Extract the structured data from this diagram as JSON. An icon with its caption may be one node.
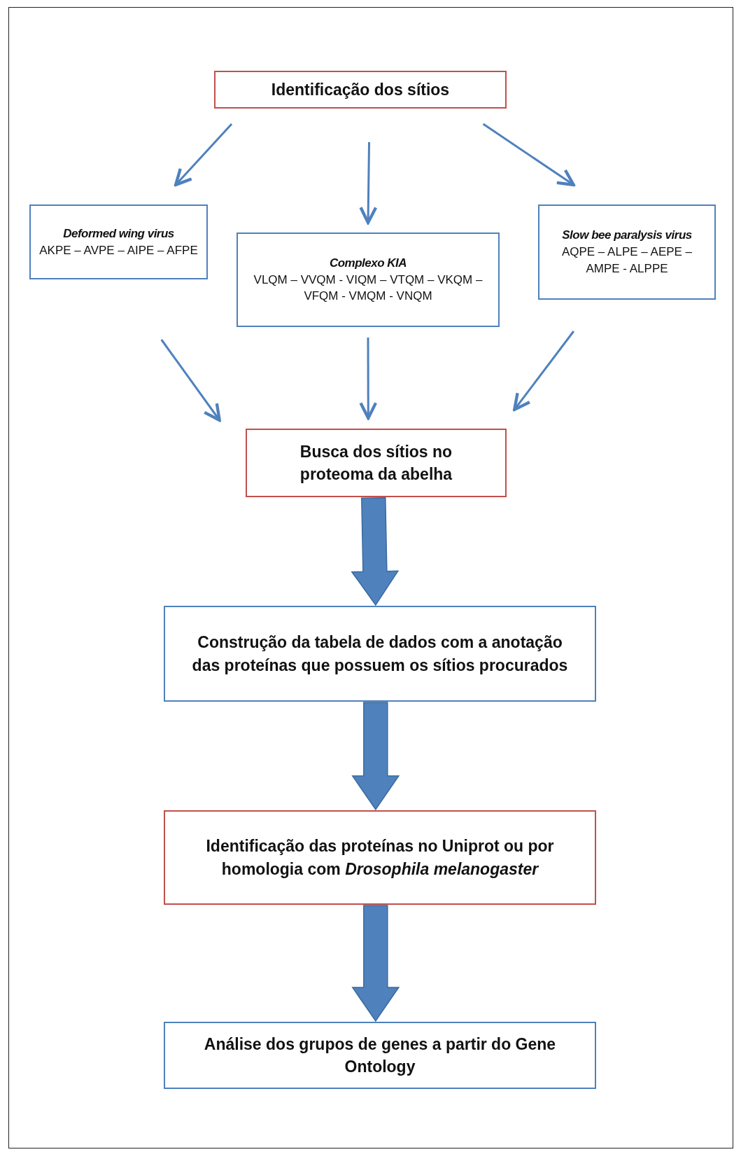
{
  "diagram": {
    "nodes": [
      {
        "text": [
          "Identificação dos sítios"
        ]
      },
      {
        "text": [
          "Deformed wing virus",
          "AKPE – AVPE – AIPE – AFPE"
        ]
      },
      {
        "text": [
          "Complexo KIA",
          "VLQM – VVQM - VIQM – VTQM – VKQM – VFQM - VMQM - VNQM"
        ]
      },
      {
        "text": [
          "Slow bee paralysis virus",
          "AQPE – ALPE – AEPE – AMPE - ALPPE"
        ]
      },
      {
        "text": [
          "Busca dos sítios no proteoma da abelha"
        ]
      },
      {
        "text": [
          "Construção da tabela de dados com a anotação das proteínas que possuem os sítios procurados"
        ]
      },
      {
        "text": [
          "Identificação das proteínas no Uniprot ou por homologia com *Drosophila melanogaster*"
        ]
      },
      {
        "text": [
          "Análise dos grupos de genes a partir do Gene Ontology"
        ]
      }
    ],
    "edges": [
      {
        "from": 0,
        "to": 1,
        "arrow": "to"
      },
      {
        "from": 0,
        "to": 2,
        "arrow": "to"
      },
      {
        "from": 0,
        "to": 3,
        "arrow": "to"
      },
      {
        "from": 1,
        "to": 4,
        "arrow": "to"
      },
      {
        "from": 2,
        "to": 4,
        "arrow": "to"
      },
      {
        "from": 3,
        "to": 4,
        "arrow": "to"
      },
      {
        "from": 4,
        "to": 5,
        "arrow": "to",
        "style": "thick"
      },
      {
        "from": 5,
        "to": 6,
        "arrow": "to",
        "style": "thick"
      },
      {
        "from": 6,
        "to": 7,
        "arrow": "to",
        "style": "thick"
      }
    ]
  }
}
